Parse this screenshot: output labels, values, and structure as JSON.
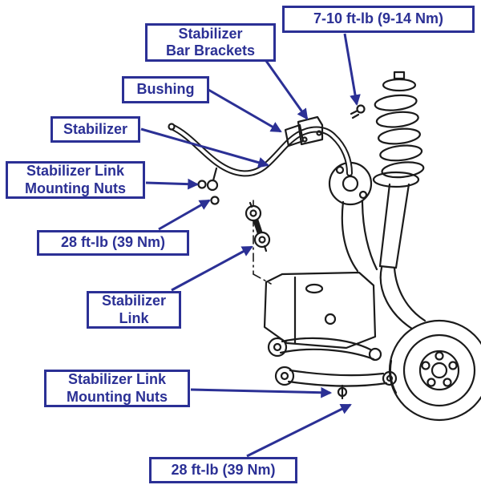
{
  "colors": {
    "accent": "#2b3095",
    "ink": "#1b1b1b"
  },
  "labels": {
    "torque_top": {
      "text": "7-10 ft-lb (9-14 Nm)"
    },
    "brackets": {
      "text": "Stabilizer\nBar Brackets"
    },
    "bushing": {
      "text": "Bushing"
    },
    "stabilizer": {
      "text": "Stabilizer"
    },
    "link_nuts_upper": {
      "text": "Stabilizer Link\nMounting Nuts"
    },
    "torque_upper": {
      "text": "28 ft-lb (39 Nm)"
    },
    "stabilizer_link": {
      "text": "Stabilizer\nLink"
    },
    "link_nuts_lower": {
      "text": "Stabilizer Link\nMounting Nuts"
    },
    "torque_lower": {
      "text": "28 ft-lb (39 Nm)"
    }
  }
}
